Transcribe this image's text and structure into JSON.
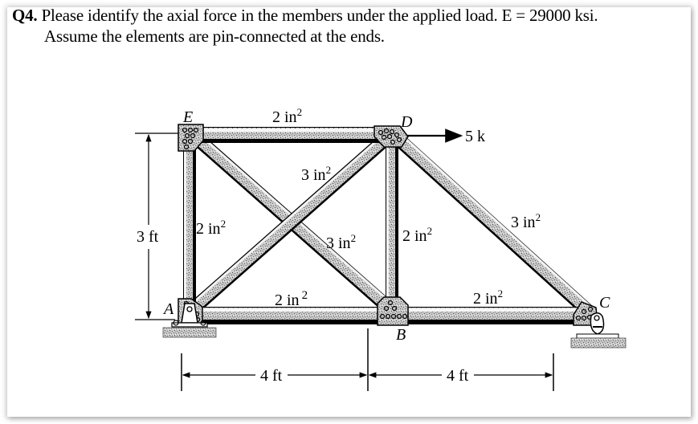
{
  "question": {
    "number": "Q4.",
    "line1": "Please identify the axial force in the members under the applied load. E = 29000 ksi.",
    "line2": "Assume the elements are pin-connected at the ends."
  },
  "diagram": {
    "joints": {
      "A": "A",
      "B": "B",
      "C": "C",
      "D": "D",
      "E": "E"
    },
    "members": {
      "ED_area": "2 in",
      "EA_area": "2 in",
      "EB_area": "3 in",
      "AD_area": "3 in",
      "AB_area": "2 in",
      "DB_area": "2 in",
      "DC_area": "3 in",
      "BC_area": "2 in"
    },
    "area_exponent": "2",
    "load": {
      "label": "5 k",
      "joint": "D",
      "direction": "right"
    },
    "dimensions": {
      "height": "3 ft",
      "span_AB": "4 ft",
      "span_BC": "4 ft"
    },
    "supports": {
      "A": "pin",
      "C": "rocker"
    }
  }
}
